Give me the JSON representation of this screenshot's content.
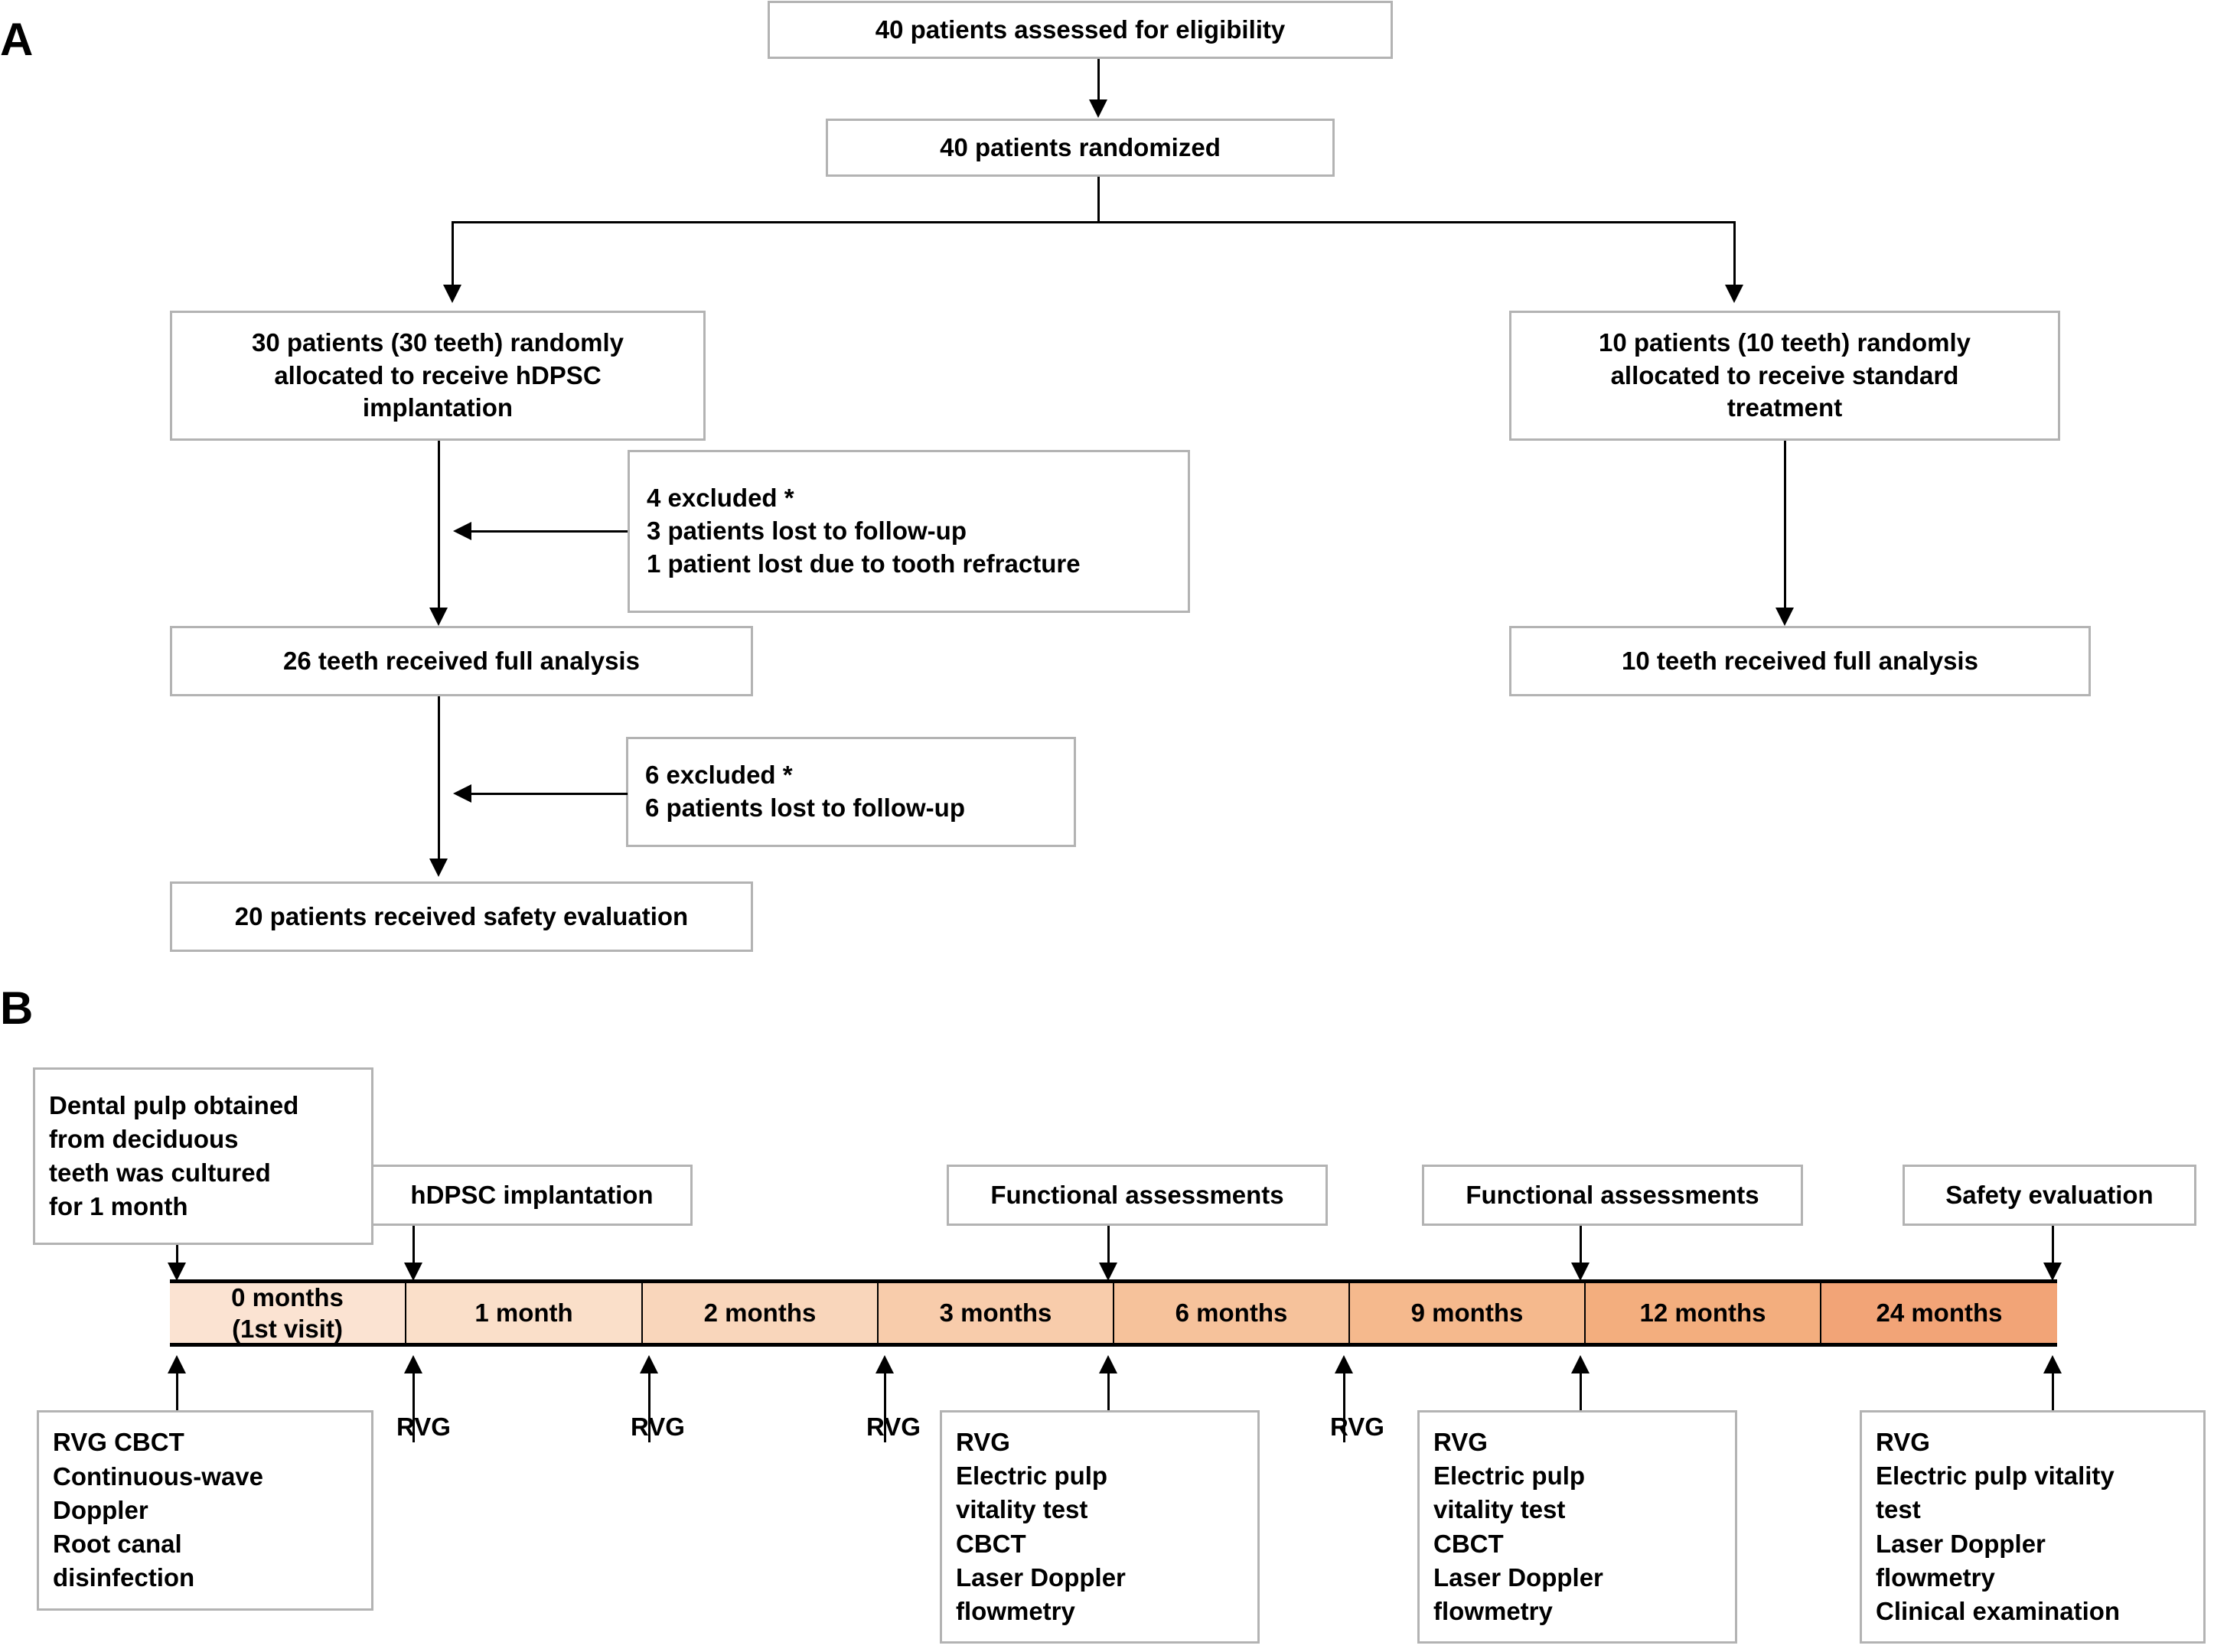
{
  "panels": {
    "a_label": "A",
    "b_label": "B"
  },
  "flowchart": {
    "assessed": "40 patients assessed for eligibility",
    "randomized": "40 patients randomized",
    "allocated_hdpsc": "30 patients (30 teeth) randomly\nallocated to receive hDPSC\nimplantation",
    "allocated_standard": "10 patients (10 teeth) randomly\nallocated to receive standard\ntreatment",
    "excluded_1": "4 excluded *\n3 patients lost to follow-up\n1 patient lost due to tooth refracture",
    "excluded_2": "6 excluded *\n6 patients  lost to follow-up",
    "analysis_26": "26 teeth received full analysis",
    "analysis_10": "10 teeth received full analysis",
    "safety_20": "20 patients received  safety evaluation"
  },
  "timeline": {
    "top_labels": [
      "Dental pulp obtained\nfrom deciduous\nteeth was cultured\nfor 1 month",
      "hDPSC implantation",
      "Functional assessments",
      "Functional assessments",
      "Safety evaluation"
    ],
    "segments": [
      "0 months\n(1st visit)",
      "1 month",
      "2 months",
      "3 months",
      "6 months",
      "9 months",
      "12 months",
      "24 months"
    ],
    "segment_colors": [
      "#fbe3d2",
      "#fadfc9",
      "#f9d6bb",
      "#f8ccab",
      "#f6c29b",
      "#f5b98d",
      "#f3ae7e",
      "#f2a477"
    ],
    "bottom_boxes": [
      "RVG  CBCT\nContinuous-wave\nDoppler\nRoot canal\ndisinfection",
      "RVG\nElectric pulp\nvitality test\nCBCT\nLaser Doppler\nflowmetry",
      "RVG\nElectric pulp\nvitality test\nCBCT\nLaser Doppler\nflowmetry",
      "RVG\nElectric pulp vitality\ntest\nLaser Doppler\nflowmetry\nClinical examination"
    ],
    "rvg_labels": [
      "RVG",
      "RVG",
      "RVG",
      "RVG"
    ],
    "colors": {
      "box_border": "#b3b3b3",
      "timeline_border": "#000000",
      "bar_start": "#fbe3d2",
      "bar_end": "#f2a477"
    }
  }
}
